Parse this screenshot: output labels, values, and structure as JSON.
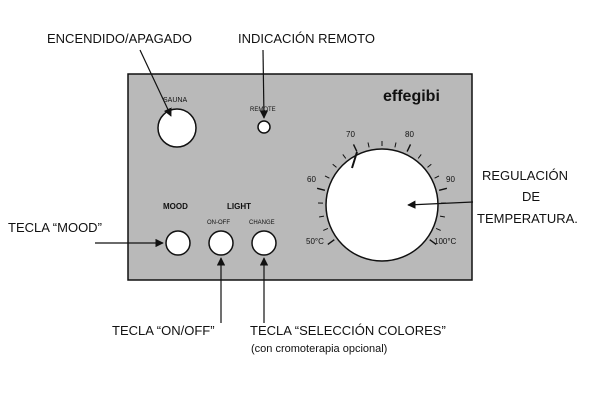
{
  "colors": {
    "panel": "#b9b9b9",
    "stroke": "#111111",
    "button": "#ffffff",
    "background": "#ffffff"
  },
  "brand": "effegibi",
  "panel_labels": {
    "sauna": "SAUNA",
    "remote": "REMOTE",
    "mood": "MOOD",
    "light": "LIGHT",
    "on_off": "ON-OFF",
    "change": "CHANGE"
  },
  "dial": {
    "tick_labels": [
      "50°C",
      "60",
      "70",
      "80",
      "90",
      "100°C"
    ]
  },
  "callouts": {
    "power": "ENCENDIDO/APAGADO",
    "remote": "INDICACIÓN REMOTO",
    "temperature_line1": "REGULACIÓN",
    "temperature_line2": "DE",
    "temperature_line3": "TEMPERATURA.",
    "mood": "TECLA “MOOD”",
    "on_off": "TECLA “ON/OFF”",
    "colors_line1": "TECLA “SELECCIÓN COLORES”",
    "colors_line2": "(con cromoterapia opcional)"
  },
  "icons": {
    "arrowhead": "arrowhead-icon"
  }
}
